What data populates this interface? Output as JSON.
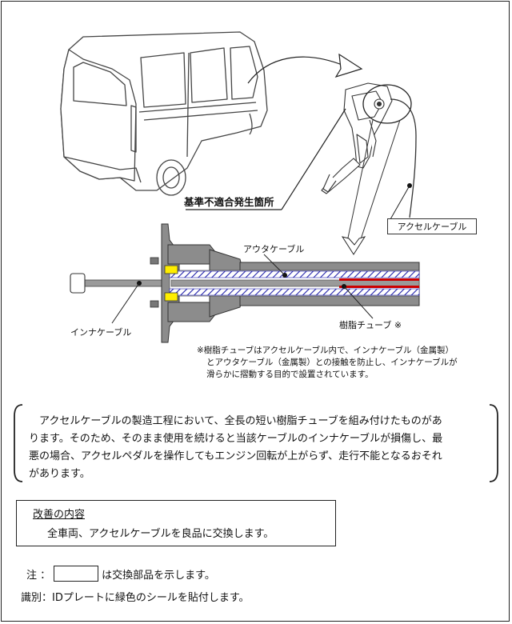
{
  "diagram": {
    "location_label": "基準不適合発生箇所",
    "accel_cable_label": "アクセルケーブル",
    "outer_cable_label": "アウタケーブル",
    "inner_cable_label": "インナケーブル",
    "resin_tube_label": "樹脂チューブ ※",
    "footnote_lines": [
      "※樹脂チューブはアクセルケーブル内で、インナケーブル（金属製）",
      "とアウタケーブル（金属製）との接触を防止し、インナケーブルが",
      "滑らかに摺動する目的で設置されています。"
    ],
    "colors": {
      "resin_tube": "#cc0000",
      "inner_hatch": "#2222aa",
      "bushing": "#ffee00",
      "cable_gray": "#888888"
    }
  },
  "description": {
    "lines": [
      "アクセルケーブルの製造工程において、全長の短い樹脂チューブを組み付けたものがあ",
      "ります。そのため、そのまま使用を続けると当該ケーブルのインナケーブルが損傷し、最",
      "悪の場合、アクセルペダルを操作してもエンジン回転が上がらず、走行不能となるおそれ",
      "があります。"
    ]
  },
  "fix": {
    "title": "改善の内容",
    "body": "全車両、アクセルケーブルを良品に交換します。"
  },
  "notes": {
    "legend_prefix": "注 ：",
    "legend_suffix": "は交換部品を示します。",
    "identification": "識別：IDプレートに緑色のシールを貼付します。"
  }
}
